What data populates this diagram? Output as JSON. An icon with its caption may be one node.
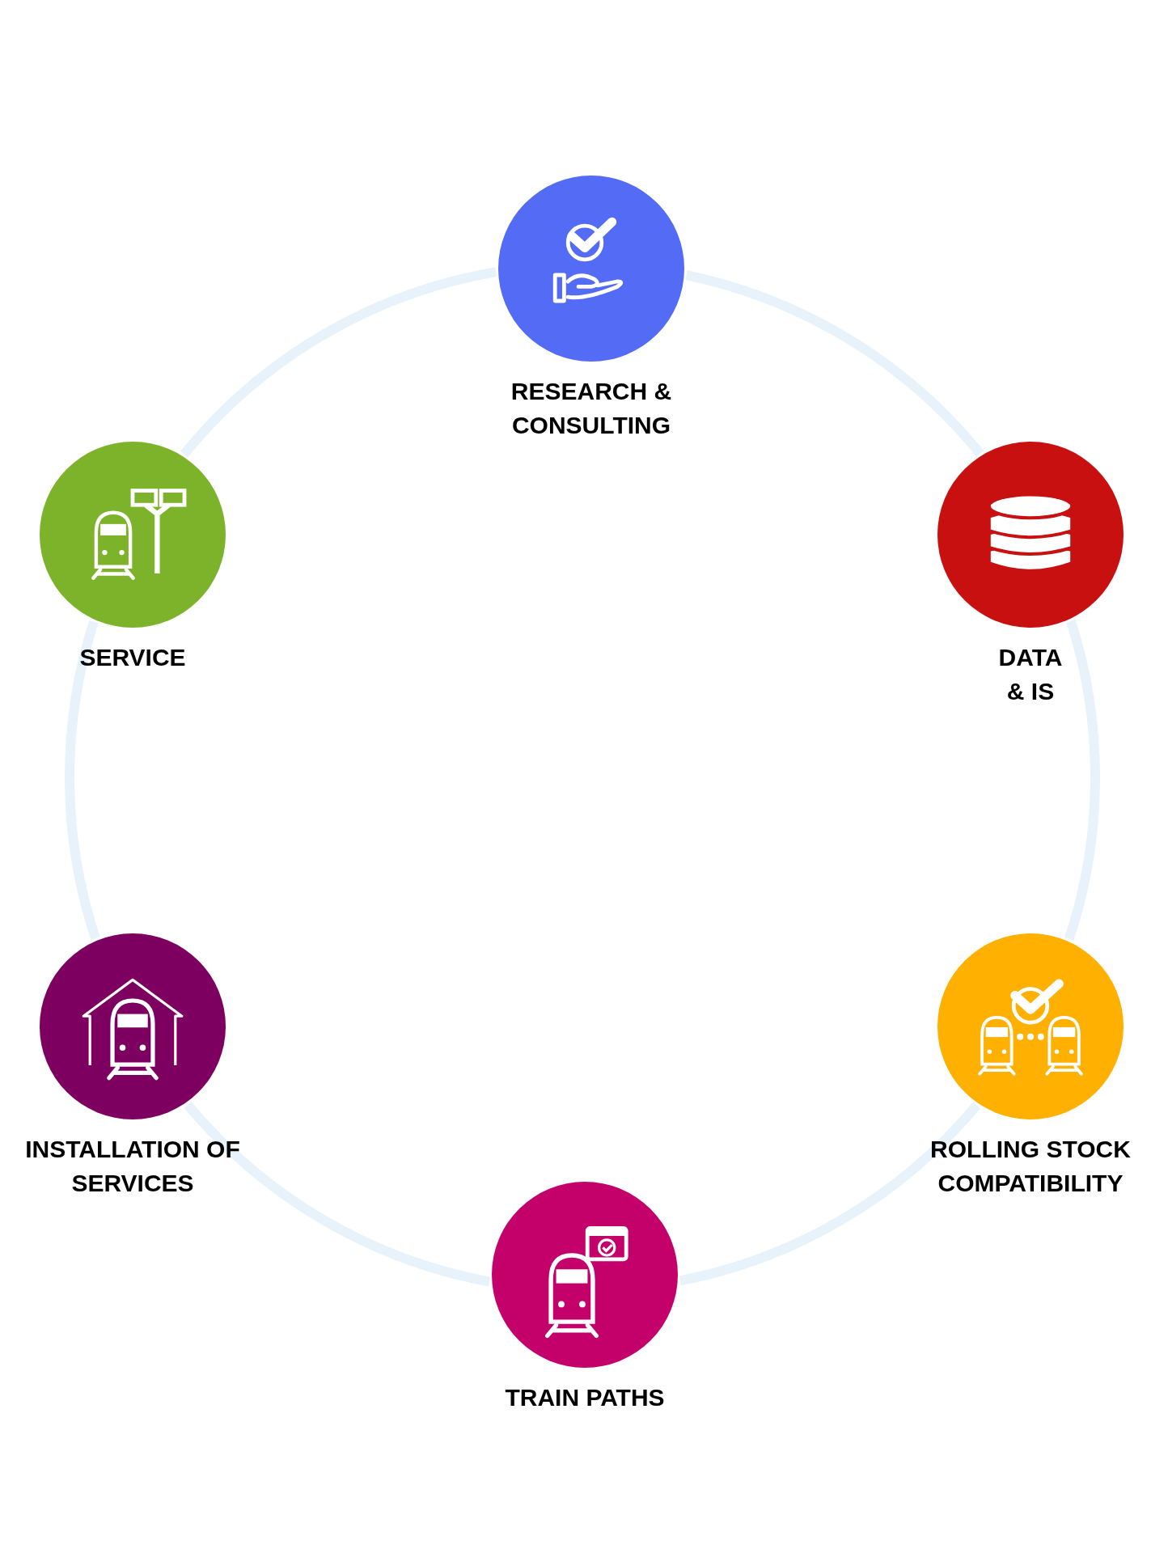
{
  "diagram": {
    "nodes": [
      {
        "text": [
          "RESEARCH & CONSULTING"
        ]
      },
      {
        "text": [
          "SERVICE"
        ]
      },
      {
        "text": [
          "DATA & IS"
        ]
      },
      {
        "text": [
          "INSTALLATION OF SERVICES"
        ]
      },
      {
        "text": [
          "ROLLING STOCK COMPATIBILITY"
        ]
      },
      {
        "text": [
          "TRAIN PATHS"
        ]
      }
    ],
    "edges": [
      {
        "from": 0,
        "to": 2,
        "arrow": "none"
      },
      {
        "from": 2,
        "to": 4,
        "arrow": "none"
      },
      {
        "from": 4,
        "to": 5,
        "arrow": "none"
      },
      {
        "from": 5,
        "to": 3,
        "arrow": "none"
      },
      {
        "from": 3,
        "to": 1,
        "arrow": "none"
      },
      {
        "from": 1,
        "to": 0,
        "arrow": "none"
      }
    ]
  }
}
